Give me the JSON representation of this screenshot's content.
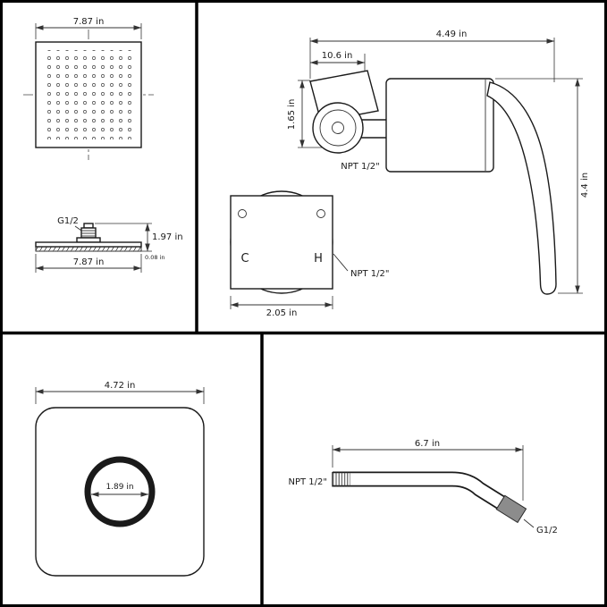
{
  "head_top": {
    "width": "7.87 in"
  },
  "head_side": {
    "thread": "G1/2",
    "height": "1.97 in",
    "thickness": "0.08 in",
    "width": "7.87 in"
  },
  "valve": {
    "overall_width": "4.49 in",
    "port_width": "10.6 in",
    "port_height": "1.65 in",
    "inlet_thread": "NPT 1/2\"",
    "overall_height": "4.4 in"
  },
  "valve_plate": {
    "cold": "C",
    "hot": "H",
    "thread": "NPT 1/2\"",
    "width": "2.05 in"
  },
  "wall_plate": {
    "width": "4.72 in",
    "hole_diameter": "1.89 in"
  },
  "arm": {
    "length": "6.7 in",
    "inlet_thread": "NPT 1/2\"",
    "outlet_thread": "G1/2"
  }
}
